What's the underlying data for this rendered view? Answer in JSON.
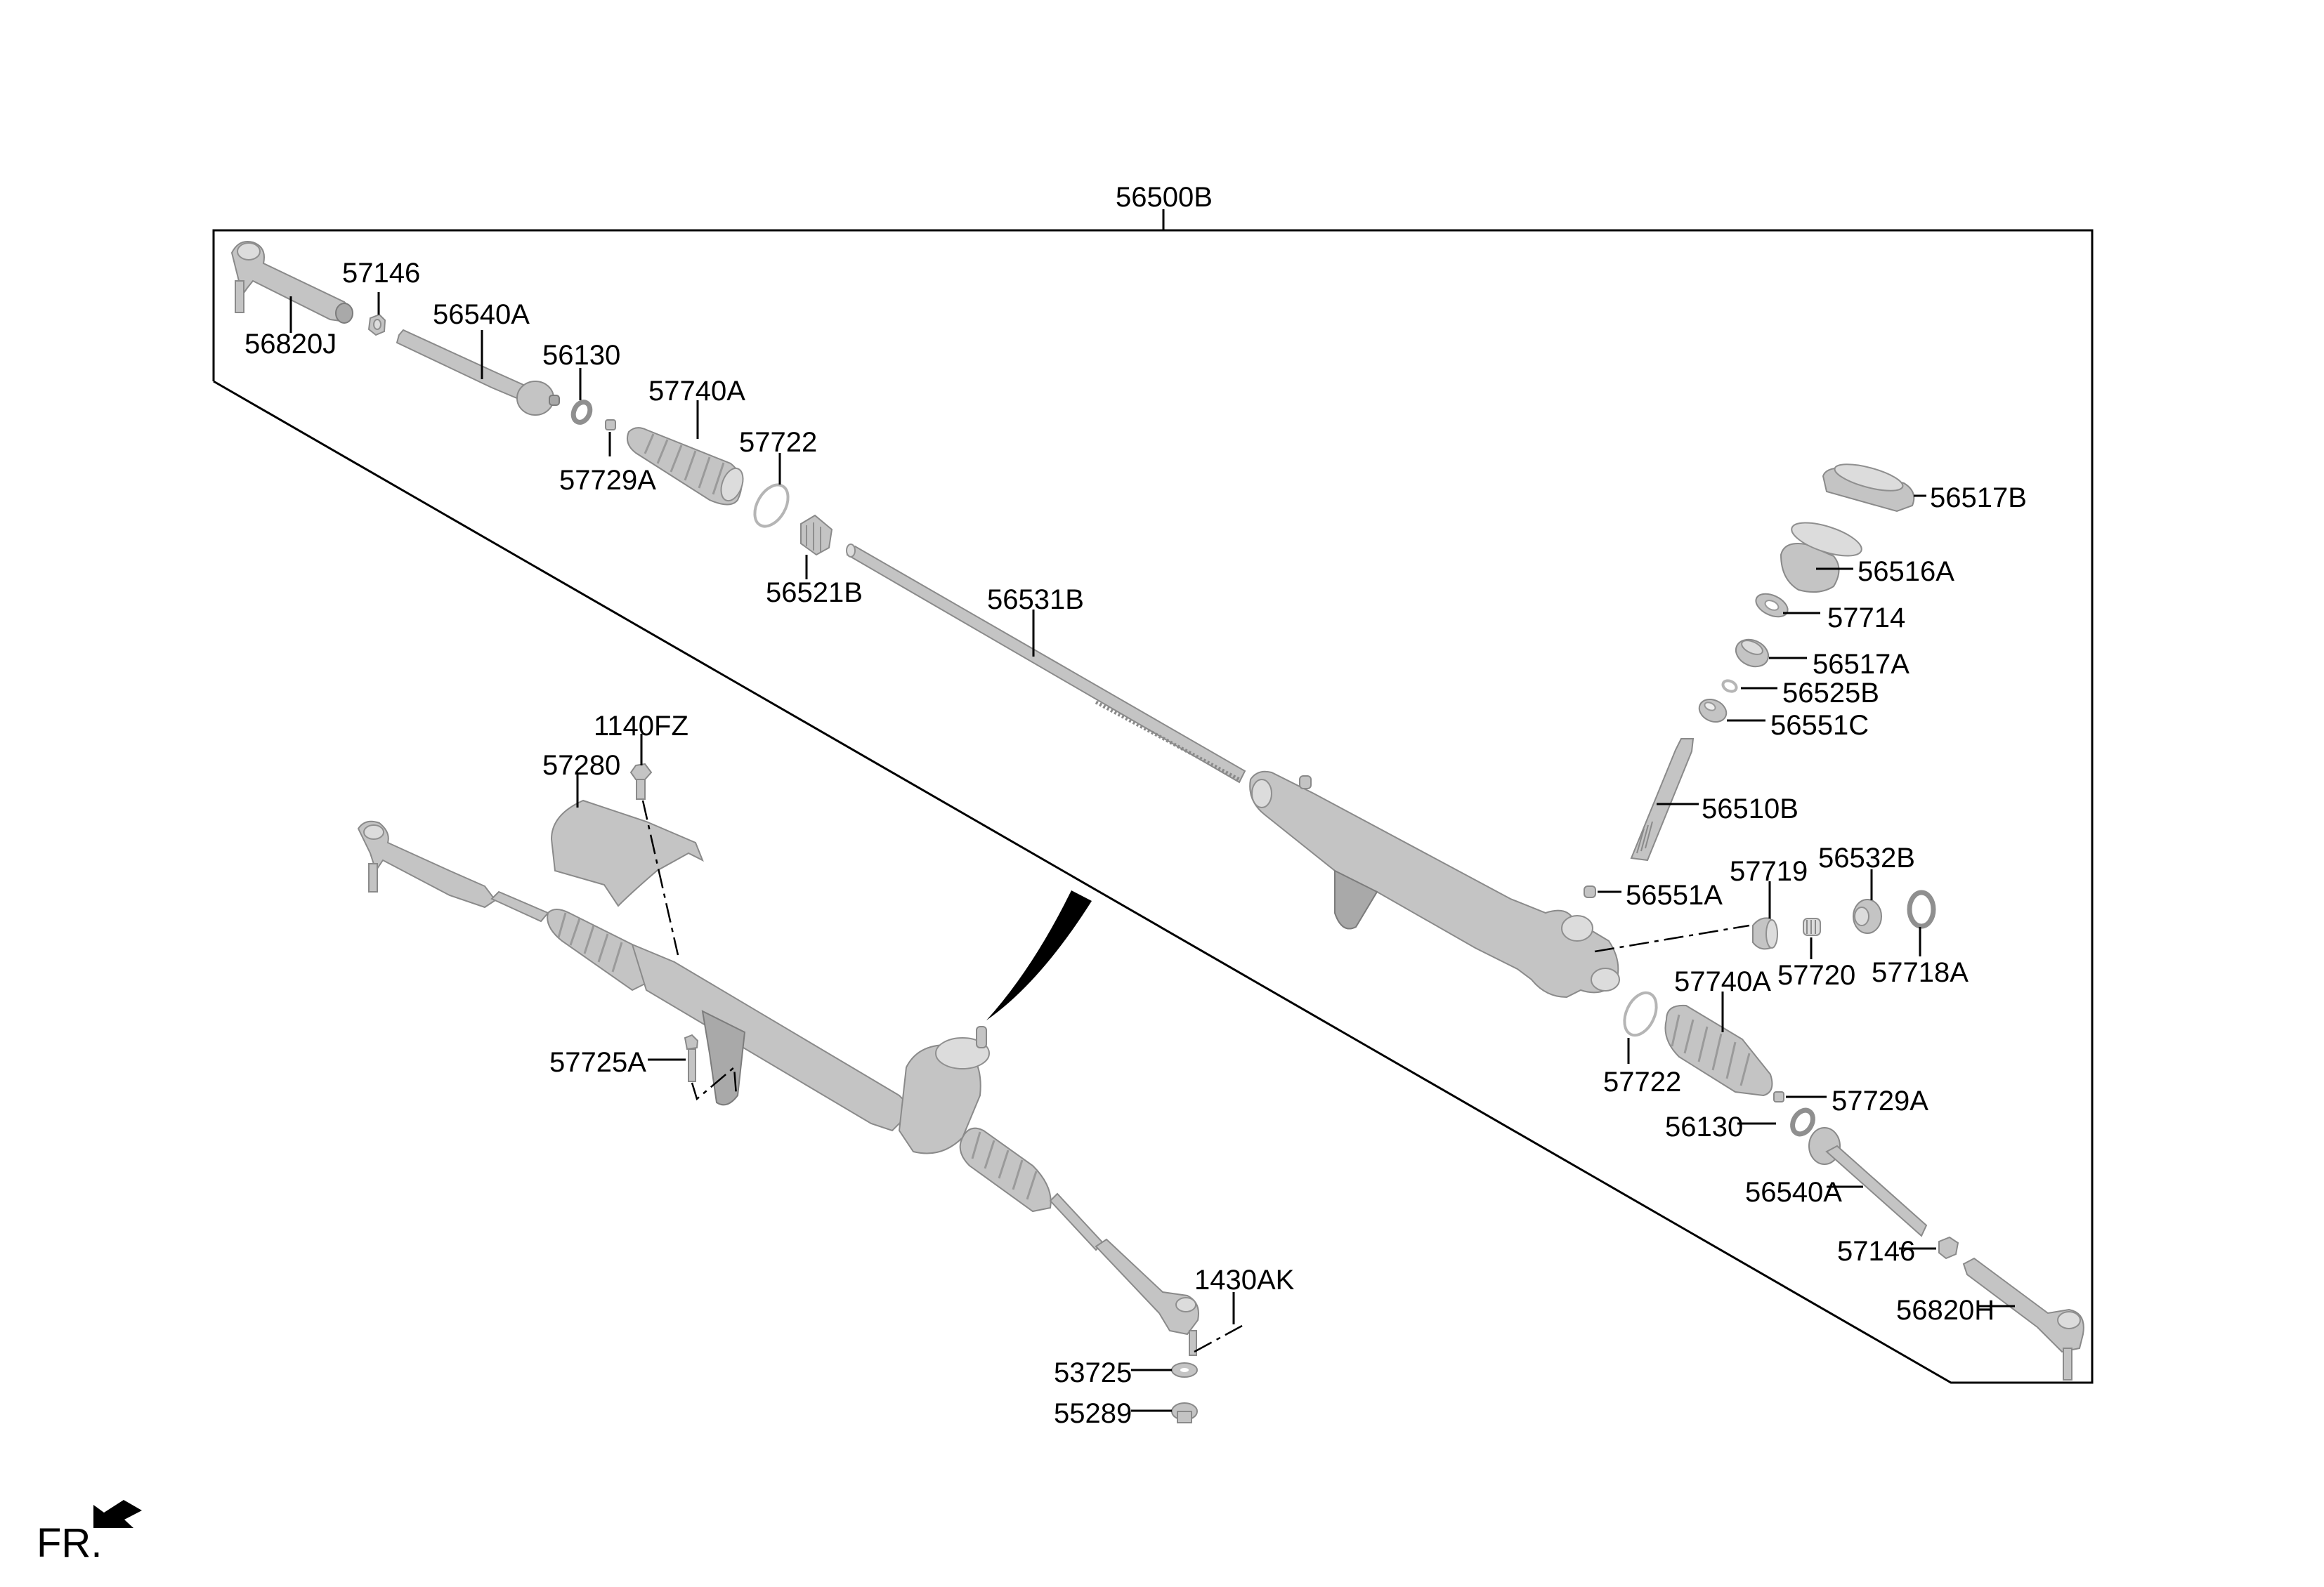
{
  "diagram": {
    "title_callout": "56500B",
    "orientation_label": "FR.",
    "orientation_icon": "front-arrow-icon",
    "colors": {
      "line": "#000000",
      "part_fill": "#c4c4c4",
      "part_shadow": "#a9a9a9",
      "background": "#ffffff"
    },
    "assembly_labels": {
      "tie_rod_end_left": "56820J",
      "lock_nut_left": "57146",
      "inner_tie_rod_left": "56540A",
      "ring_left": "56130",
      "bellows_left": "57740A",
      "band_left": "57722",
      "clip_left": "57729A",
      "bushing": "56521B",
      "rack_bar": "56531B",
      "cover_top": "56517B",
      "housing_cap": "56516A",
      "seal_57714": "57714",
      "cover_56517A": "56517A",
      "snap_ring": "56525B",
      "bearing_upper": "56551C",
      "pinion": "56510B",
      "yoke_plug": "56532B",
      "yoke": "57719",
      "bearing_lower": "56551A",
      "spring": "57720",
      "lock_ring": "57718A",
      "bellows_right": "57740A",
      "band_right": "57722",
      "clip_right": "57729A",
      "ring_right": "56130",
      "inner_tie_rod_right": "56540A",
      "lock_nut_right": "57146",
      "tie_rod_end_right": "56820H"
    },
    "installed_labels": {
      "bolt_shield": "1140FZ",
      "heat_shield": "57280",
      "mount_bolt": "57725A",
      "cotter_pin": "1430AK",
      "washer": "53725",
      "castle_nut": "55289"
    }
  }
}
